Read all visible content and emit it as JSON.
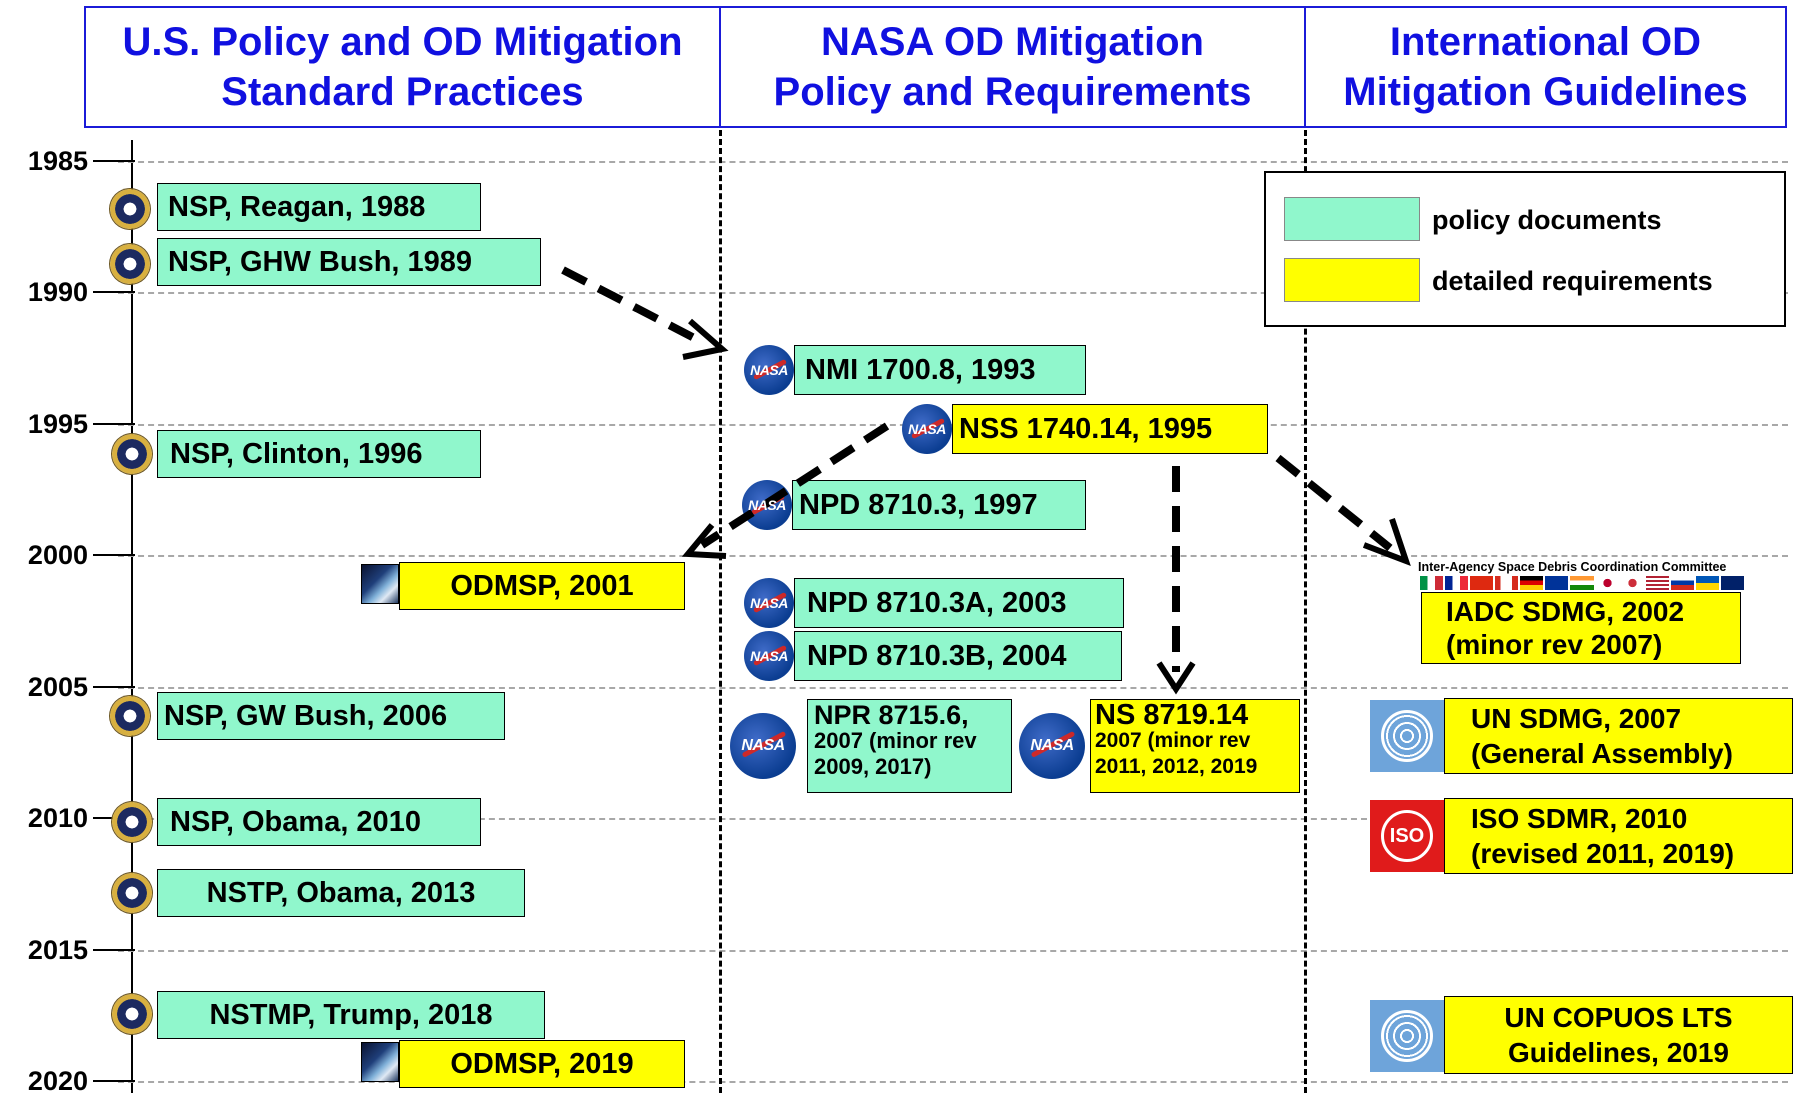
{
  "headers": [
    "U.S. Policy and OD Mitigation\nStandard Practices",
    "NASA OD Mitigation\nPolicy and Requirements",
    "International OD\nMitigation Guidelines"
  ],
  "years": [
    "1985",
    "1990",
    "1995",
    "2000",
    "2005",
    "2010",
    "2015",
    "2020"
  ],
  "legend": {
    "policy_label": "policy documents",
    "req_label": "detailed requirements",
    "policy_color": "#90f7cc",
    "req_color": "#ffff00"
  },
  "us": {
    "nsp_reagan": "NSP, Reagan, 1988",
    "nsp_ghw_bush": "NSP, GHW Bush, 1989",
    "nsp_clinton": "NSP, Clinton, 1996",
    "odmsp_2001": "ODMSP, 2001",
    "nsp_gw_bush": "NSP, GW Bush, 2006",
    "nsp_obama": "NSP, Obama, 2010",
    "nstp_obama": "NSTP, Obama, 2013",
    "nstmp_trump": "NSTMP, Trump, 2018",
    "odmsp_2019": "ODMSP, 2019"
  },
  "nasa": {
    "logo_text": "NASA",
    "nmi": "NMI 1700.8, 1993",
    "nss": "NSS 1740.14, 1995",
    "npd_1997": "NPD 8710.3, 1997",
    "npd_a": "NPD 8710.3A, 2003",
    "npd_b": "NPD 8710.3B, 2004",
    "npr_title": "NPR 8715.6,",
    "npr_sub": "2007 (minor rev\n2009, 2017)",
    "ns_title": "NS 8719.14",
    "ns_sub": "2007 (minor rev\n2011, 2012, 2019"
  },
  "intl": {
    "iadc_header": "Inter-Agency Space Debris Coordination Committee",
    "iadc": "IADC SDMG, 2002\n(minor rev 2007)",
    "un_sdmg": "UN SDMG, 2007\n(General Assembly)",
    "iso_logo": "ISO",
    "iso": "ISO SDMR, 2010\n(revised 2011, 2019)",
    "copuos": "UN COPUOS LTS\nGuidelines, 2019"
  },
  "icons": {
    "seal": "presidential-seal-icon",
    "nasa": "nasa-meatball-icon",
    "earth": "earth-image-icon",
    "un": "un-emblem-icon",
    "iso": "iso-logo-icon"
  }
}
